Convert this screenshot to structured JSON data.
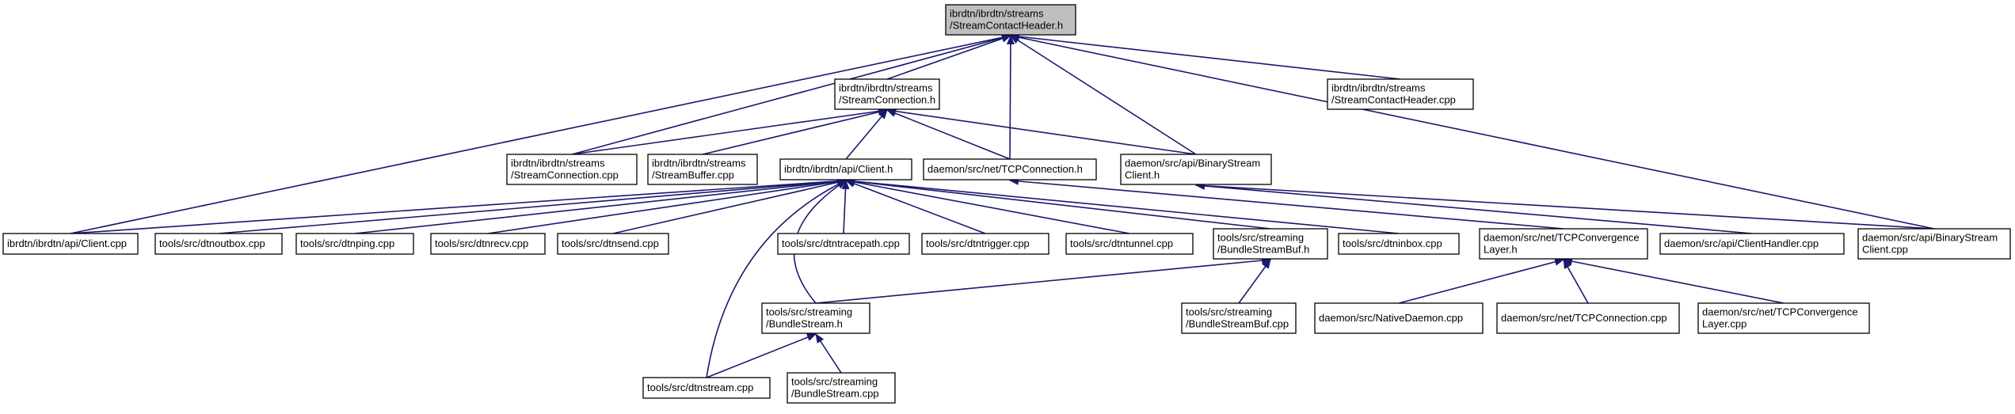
{
  "nodes": [
    {
      "id": "root",
      "lines": [
        "ibrdtn/ibrdtn/streams",
        "/StreamContactHeader.h"
      ],
      "root": true
    },
    {
      "id": "sc_h",
      "lines": [
        "ibrdtn/ibrdtn/streams",
        "/StreamConnection.h"
      ]
    },
    {
      "id": "sch_cpp",
      "lines": [
        "ibrdtn/ibrdtn/streams",
        "/StreamContactHeader.cpp"
      ]
    },
    {
      "id": "sc_cpp",
      "lines": [
        "ibrdtn/ibrdtn/streams",
        "/StreamConnection.cpp"
      ]
    },
    {
      "id": "sb_cpp",
      "lines": [
        "ibrdtn/ibrdtn/streams",
        "/StreamBuffer.cpp"
      ]
    },
    {
      "id": "client_h",
      "lines": [
        "ibrdtn/ibrdtn/api/Client.h"
      ]
    },
    {
      "id": "tcpconn_h",
      "lines": [
        "daemon/src/net/TCPConnection.h"
      ]
    },
    {
      "id": "bsc_h",
      "lines": [
        "daemon/src/api/BinaryStream",
        "Client.h"
      ]
    },
    {
      "id": "client_cpp",
      "lines": [
        "ibrdtn/ibrdtn/api/Client.cpp"
      ]
    },
    {
      "id": "dtnoutbox",
      "lines": [
        "tools/src/dtnoutbox.cpp"
      ]
    },
    {
      "id": "dtnping",
      "lines": [
        "tools/src/dtnping.cpp"
      ]
    },
    {
      "id": "dtnrecv",
      "lines": [
        "tools/src/dtnrecv.cpp"
      ]
    },
    {
      "id": "dtnsend",
      "lines": [
        "tools/src/dtnsend.cpp"
      ]
    },
    {
      "id": "dtntracepath",
      "lines": [
        "tools/src/dtntracepath.cpp"
      ]
    },
    {
      "id": "dtntrigger",
      "lines": [
        "tools/src/dtntrigger.cpp"
      ]
    },
    {
      "id": "dtntunnel",
      "lines": [
        "tools/src/dtntunnel.cpp"
      ]
    },
    {
      "id": "bsbuf_h",
      "lines": [
        "tools/src/streaming",
        "/BundleStreamBuf.h"
      ]
    },
    {
      "id": "dtninbox",
      "lines": [
        "tools/src/dtninbox.cpp"
      ]
    },
    {
      "id": "tcpcl_h",
      "lines": [
        "daemon/src/net/TCPConvergence",
        "Layer.h"
      ]
    },
    {
      "id": "clienthandler",
      "lines": [
        "daemon/src/api/ClientHandler.cpp"
      ]
    },
    {
      "id": "bsc_cpp",
      "lines": [
        "daemon/src/api/BinaryStream",
        "Client.cpp"
      ]
    },
    {
      "id": "bs_h",
      "lines": [
        "tools/src/streaming",
        "/BundleStream.h"
      ]
    },
    {
      "id": "bsbuf_cpp",
      "lines": [
        "tools/src/streaming",
        "/BundleStreamBuf.cpp"
      ]
    },
    {
      "id": "nativedaemon",
      "lines": [
        "daemon/src/NativeDaemon.cpp"
      ]
    },
    {
      "id": "tcpconn_cpp",
      "lines": [
        "daemon/src/net/TCPConnection.cpp"
      ]
    },
    {
      "id": "tcpcl_cpp",
      "lines": [
        "daemon/src/net/TCPConvergence",
        "Layer.cpp"
      ]
    },
    {
      "id": "dtnstream",
      "lines": [
        "tools/src/dtnstream.cpp"
      ]
    },
    {
      "id": "bs_cpp",
      "lines": [
        "tools/src/streaming",
        "/BundleStream.cpp"
      ]
    }
  ],
  "edges": [
    [
      "sc_h",
      "root"
    ],
    [
      "sch_cpp",
      "root"
    ],
    [
      "sc_cpp",
      "root"
    ],
    [
      "tcpconn_h",
      "root"
    ],
    [
      "bsc_h",
      "root"
    ],
    [
      "client_cpp",
      "root"
    ],
    [
      "bsc_cpp",
      "root"
    ],
    [
      "sc_cpp",
      "sc_h"
    ],
    [
      "sb_cpp",
      "sc_h"
    ],
    [
      "client_h",
      "sc_h"
    ],
    [
      "tcpconn_h",
      "sc_h"
    ],
    [
      "bsc_h",
      "sc_h"
    ],
    [
      "client_cpp",
      "client_h"
    ],
    [
      "dtnoutbox",
      "client_h"
    ],
    [
      "dtnping",
      "client_h"
    ],
    [
      "dtnrecv",
      "client_h"
    ],
    [
      "dtnsend",
      "client_h"
    ],
    [
      "dtntracepath",
      "client_h"
    ],
    [
      "dtntrigger",
      "client_h"
    ],
    [
      "dtntunnel",
      "client_h"
    ],
    [
      "bsbuf_h",
      "client_h"
    ],
    [
      "dtninbox",
      "client_h"
    ],
    [
      "bs_h",
      "client_h"
    ],
    [
      "dtnstream",
      "client_h"
    ],
    [
      "tcpcl_h",
      "tcpconn_h"
    ],
    [
      "clienthandler",
      "bsc_h"
    ],
    [
      "bsc_cpp",
      "bsc_h"
    ],
    [
      "bs_h",
      "bsbuf_h"
    ],
    [
      "bsbuf_cpp",
      "bsbuf_h"
    ],
    [
      "nativedaemon",
      "tcpcl_h"
    ],
    [
      "tcpconn_cpp",
      "tcpcl_h"
    ],
    [
      "tcpcl_cpp",
      "tcpcl_h"
    ],
    [
      "dtnstream",
      "bs_h"
    ],
    [
      "bs_cpp",
      "bs_h"
    ]
  ],
  "colors": {
    "edge": "#191970",
    "root_fill": "#bfbfbf",
    "node_fill": "#ffffff",
    "node_stroke": "#000000"
  }
}
